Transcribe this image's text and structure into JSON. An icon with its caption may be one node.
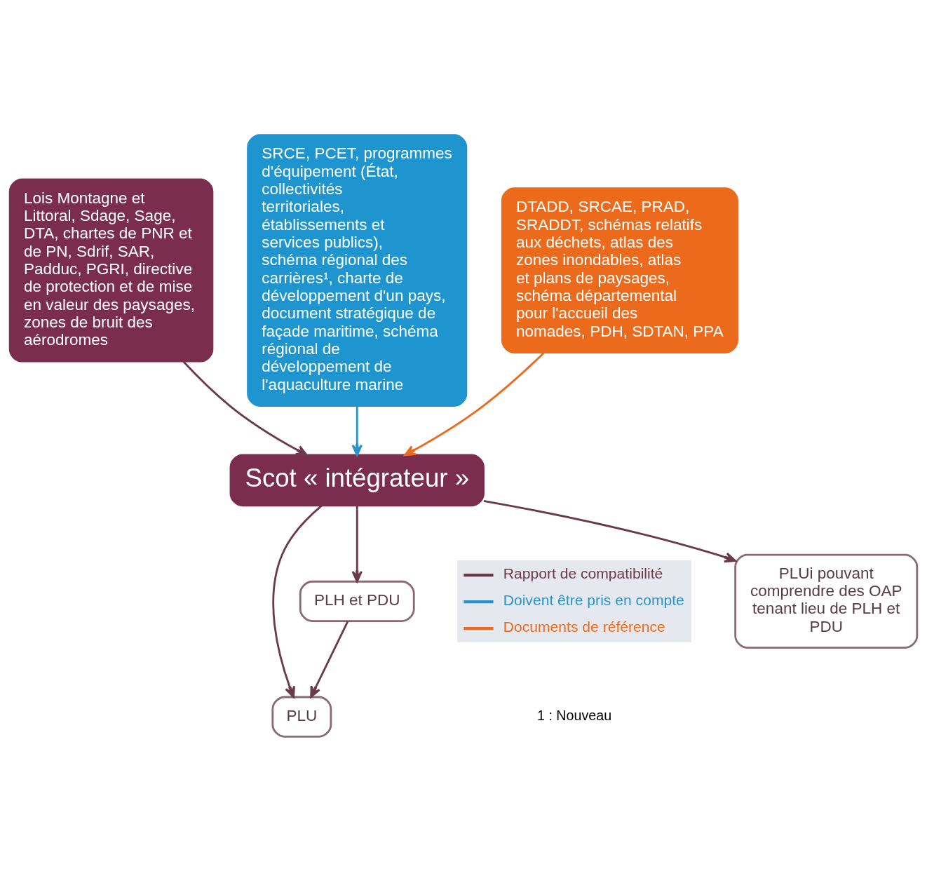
{
  "diagram": {
    "nodes": [
      {
        "text": [
          "Lois Montagne et Littoral, Sdage, Sage, DTA, chartes de PNR et de PN, Sdrif, SAR, Padduc, PGRI, directive de protection et de mise en valeur des paysages, zones de bruit des aérodromes"
        ]
      },
      {
        "text": [
          "SRCE, PCET, programmes d'équipement (État, collectivités territoriales, établissements et services publics), schéma régional des carrières¹, charte de développement d'un pays, document stratégique de façade maritime, schéma régional de développement de l'aquaculture marine"
        ]
      },
      {
        "text": [
          "DTADD, SRCAE, PRAD, SRADDT, schémas relatifs aux déchets, atlas des zones inondables, atlas et plans de paysages, schéma départemental pour l'accueil des nomades, PDH, SDTAN, PPA"
        ]
      },
      {
        "text": [
          "Scot « intégrateur »"
        ]
      },
      {
        "text": [
          "PLH et PDU"
        ]
      },
      {
        "text": [
          "PLUi pouvant comprendre des OAP tenant lieu de PLH et PDU"
        ]
      },
      {
        "text": [
          "PLU"
        ]
      }
    ],
    "edges": [
      {
        "from": 0,
        "to": 3,
        "arrow": "to"
      },
      {
        "from": 1,
        "to": 3,
        "arrow": "to",
        "color": "#2a93c9"
      },
      {
        "from": 2,
        "to": 3,
        "arrow": "to",
        "color": "#ec6a1c"
      },
      {
        "from": 3,
        "to": 4,
        "arrow": "to"
      },
      {
        "from": 3,
        "to": 6,
        "arrow": "to"
      },
      {
        "from": 3,
        "to": 5,
        "arrow": "to"
      },
      {
        "from": 4,
        "to": 6,
        "arrow": "to"
      }
    ],
    "labels": [
      "1 : Nouveau"
    ],
    "legend": [
      {
        "text": "Rapport de compatibilité"
      },
      {
        "text": "Doivent être pris en compte"
      },
      {
        "text": "Documents de référence"
      }
    ]
  }
}
